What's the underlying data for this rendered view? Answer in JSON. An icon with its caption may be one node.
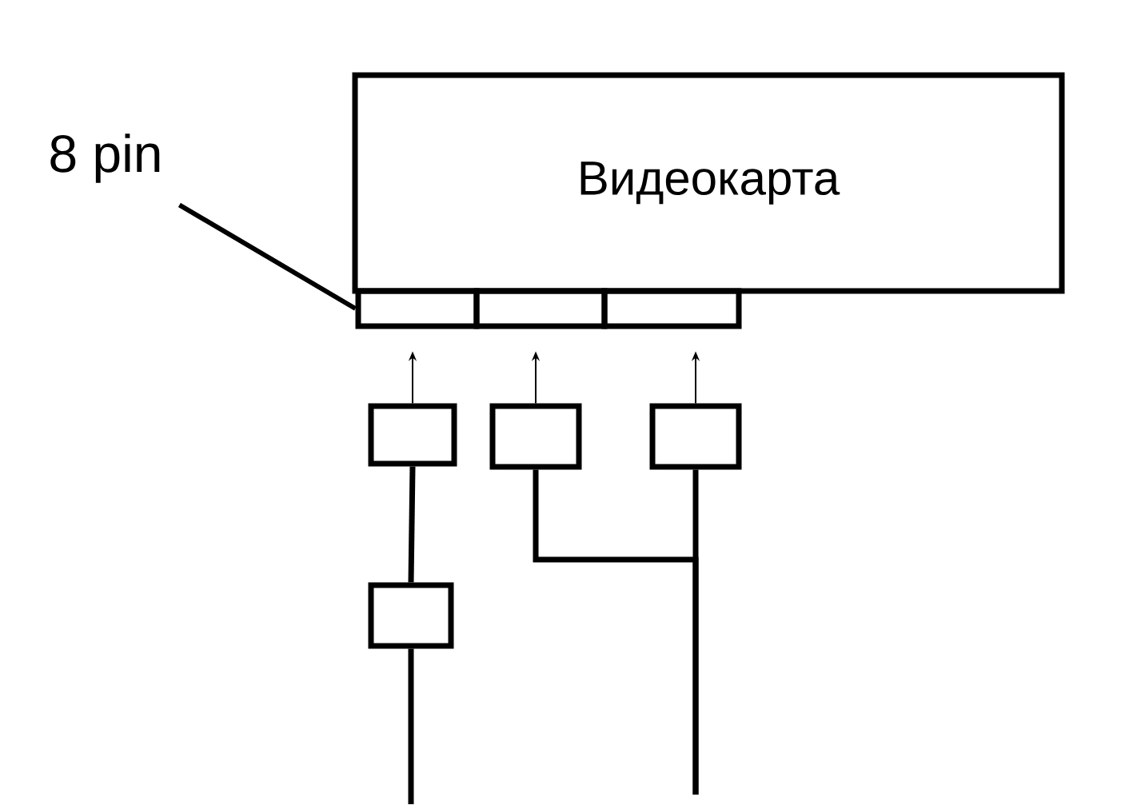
{
  "diagram": {
    "nodes": [
      {
        "text": [
          "Видеокарта"
        ]
      },
      {
        "text": [],
        "shape": "box"
      },
      {
        "text": [],
        "shape": "box"
      },
      {
        "text": [],
        "shape": "box"
      },
      {
        "text": [
          "8 pin"
        ]
      },
      {
        "text": [],
        "shape": "box"
      },
      {
        "text": [],
        "shape": "box"
      },
      {
        "text": [],
        "shape": "box"
      },
      {
        "text": [],
        "shape": "box"
      }
    ],
    "edges": [
      {
        "from": 4,
        "to": 1,
        "arrow": "none"
      },
      {
        "from": 5,
        "to": 1,
        "arrow": "to"
      },
      {
        "from": 6,
        "to": 2,
        "arrow": "to"
      },
      {
        "from": 7,
        "to": 3,
        "arrow": "to"
      },
      {
        "from": 5,
        "to": 8,
        "arrow": "none"
      },
      {
        "from": 8,
        "to": null,
        "arrow": "none"
      },
      {
        "from": 6,
        "to": null,
        "arrow": "none"
      },
      {
        "from": 7,
        "to": null,
        "arrow": "none"
      }
    ]
  }
}
